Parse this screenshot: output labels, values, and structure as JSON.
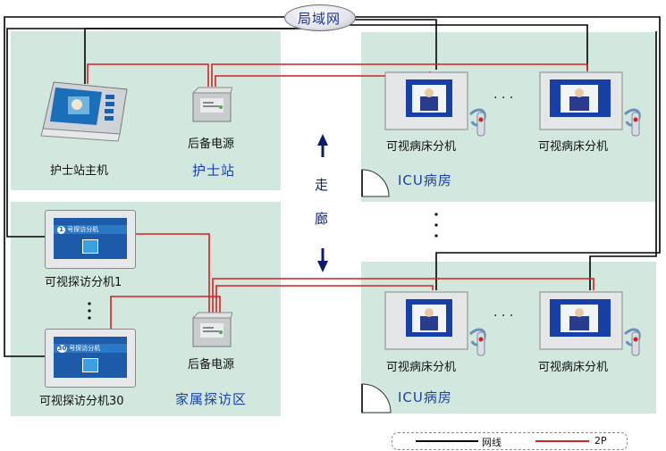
{
  "network": {
    "label": "局域网"
  },
  "areas": {
    "nurse_station": "护士站",
    "corridor": [
      "走",
      "廊"
    ],
    "icu_top": "ICU病房",
    "icu_bottom": "ICU病房",
    "family_visit": "家属探访区"
  },
  "devices": {
    "nurse_host": "护士站主机",
    "backup_power": "后备电源",
    "bed_unit": "可视病床分机",
    "visit_unit_1": "可视探访分机1",
    "visit_unit_30": "可视探访分机30",
    "visit_screen_1_num": "1",
    "visit_screen_1_text": "号探访分机",
    "visit_screen_30_num": "30",
    "visit_screen_30_text": "号探访分机"
  },
  "ellipsis": "· · ·",
  "legend": {
    "network_line": "网线",
    "two_wire": "2P"
  },
  "colors": {
    "network_line": "#000000",
    "two_wire": "#d42020",
    "room_fill": "#d2e8df",
    "zone_text": "#1a3fae"
  }
}
